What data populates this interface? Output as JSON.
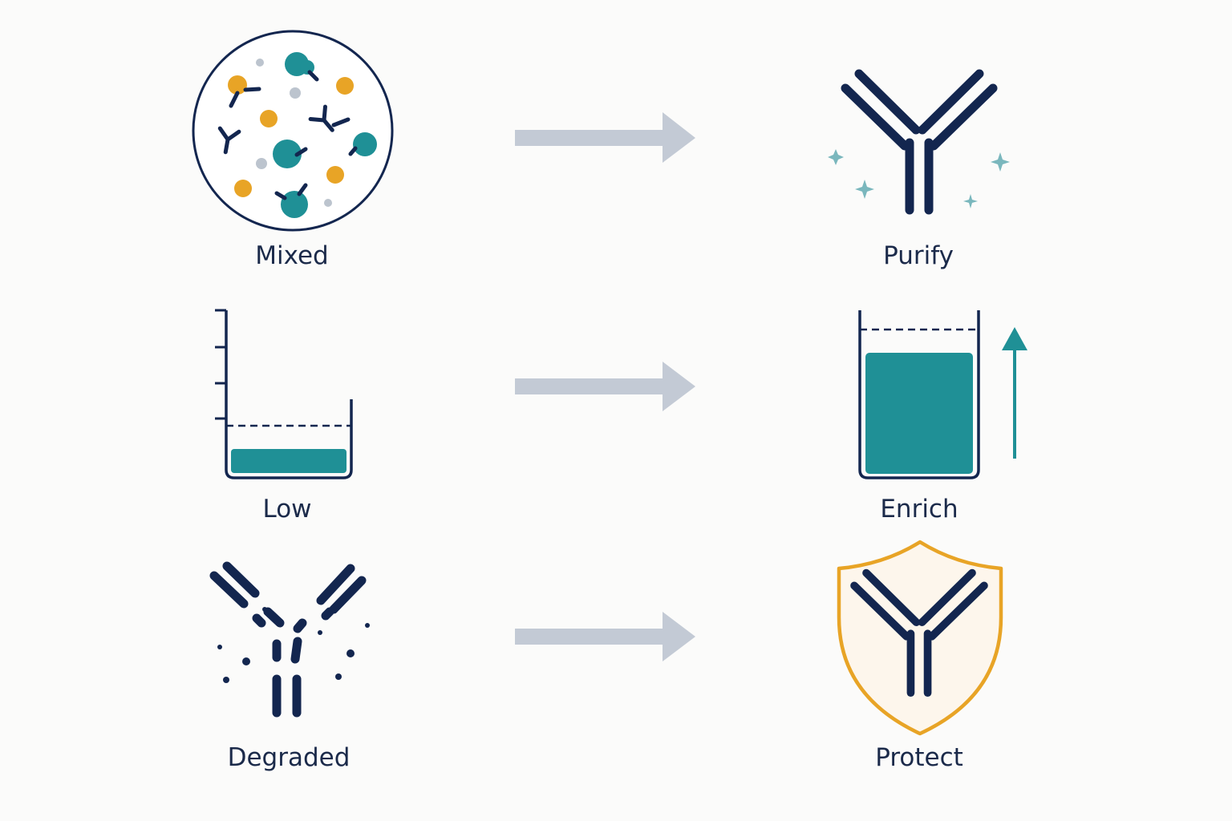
{
  "rows": [
    {
      "before": {
        "label": "Mixed",
        "icon": "mixed-sample-icon"
      },
      "after": {
        "label": "Purify",
        "icon": "pure-antibody-icon"
      }
    },
    {
      "before": {
        "label": "Low",
        "icon": "low-level-beaker-icon"
      },
      "after": {
        "label": "Enrich",
        "icon": "full-beaker-icon"
      }
    },
    {
      "before": {
        "label": "Degraded",
        "icon": "broken-antibody-icon"
      },
      "after": {
        "label": "Protect",
        "icon": "shield-antibody-icon"
      }
    }
  ],
  "colors": {
    "navy": "#13264f",
    "teal": "#1f9096",
    "orange": "#e8a426",
    "gray": "#bcc4ce",
    "arrow": "#c3cad5",
    "shield_fill": "#fdf6ec"
  }
}
